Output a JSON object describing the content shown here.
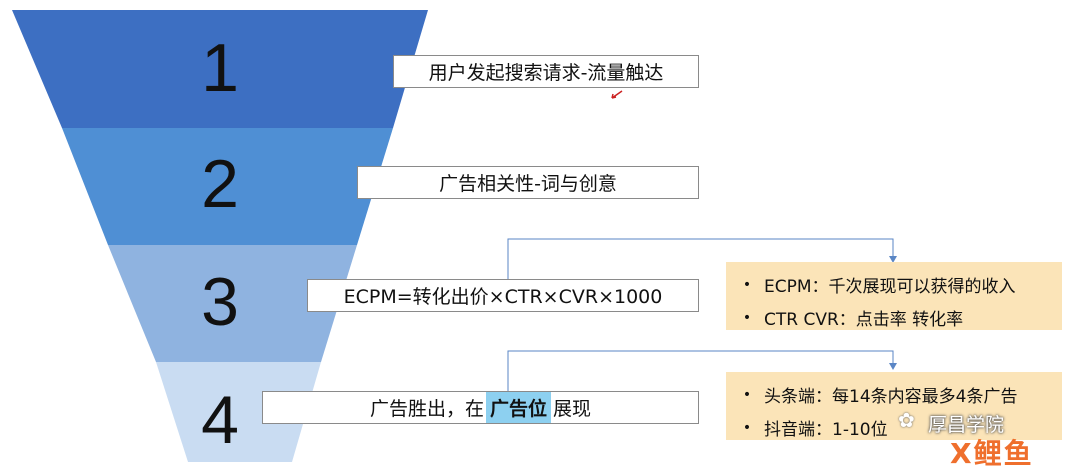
{
  "stages": [
    {
      "number": "1",
      "label": "用户发起搜索请求-流量触达",
      "color": "#3d6fc2"
    },
    {
      "number": "2",
      "label": "广告相关性-词与创意",
      "color": "#4f8fd4"
    },
    {
      "number": "3",
      "label": "ECPM=转化出价×CTR×CVR×1000",
      "color": "#8fb3e0"
    },
    {
      "number": "4",
      "label_pre": "广告胜出，在",
      "label_highlight": "广告位",
      "label_post": "展现",
      "color": "#c9dcf2"
    }
  ],
  "notes": [
    {
      "items": [
        "ECPM：千次展现可以获得的收入",
        "CTR CVR：点击率 转化率"
      ]
    },
    {
      "items": [
        "头条端：每14条内容最多4条广告",
        "抖音端：1-10位"
      ]
    }
  ],
  "bullet_char": "•",
  "colors": {
    "note_bg": "#fbe4b8",
    "connector": "#5a86c5",
    "highlight": "#8dd0f0"
  },
  "watermark": {
    "text": "厚昌学院",
    "logo": "X鲤鱼"
  }
}
